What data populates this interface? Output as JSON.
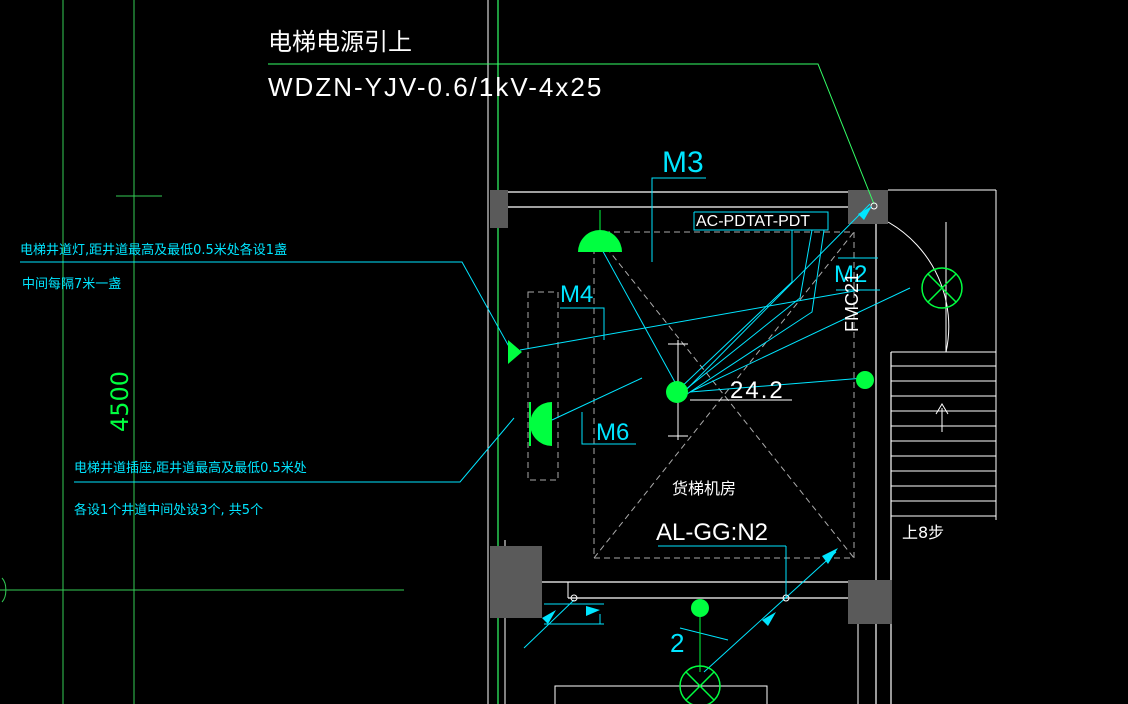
{
  "colors": {
    "background": "#000000",
    "wall": "#ffffff",
    "wall_fill": "#5a5a5a",
    "cyan": "#00e5ff",
    "green": "#00ff40",
    "green_line": "#33ff66",
    "grey": "#9a9a9a"
  },
  "labels": {
    "power_title": "电梯电源引上",
    "cable_spec": "WDZN-YJV-0.6/1kV-4x25",
    "m3": "M3",
    "m4": "M4",
    "m6": "M6",
    "m2": "M2",
    "ac_panel": "AC-PDTAT-PDT",
    "fmc": "FMC21",
    "distance": "24.2",
    "room_name": "货梯机房",
    "al_panel": "AL-GG:N2",
    "stairs": "上8步",
    "dimension": "4500",
    "circuit_num": "2",
    "note_light_1": "电梯井道灯,距井道最高及最低0.5米处各设1盏",
    "note_light_2": "中间每隔7米一盏",
    "note_socket_1": "电梯井道插座,距井道最高及最低0.5米处",
    "note_socket_2": "各设1个井道中间处设3个, 共5个"
  },
  "icons": {
    "lamp": "wall-lamp-icon",
    "socket": "socket-icon",
    "light_fixture": "crossed-circle-light-icon",
    "junction": "junction-dot-icon",
    "arrow": "cable-arrow-icon"
  }
}
